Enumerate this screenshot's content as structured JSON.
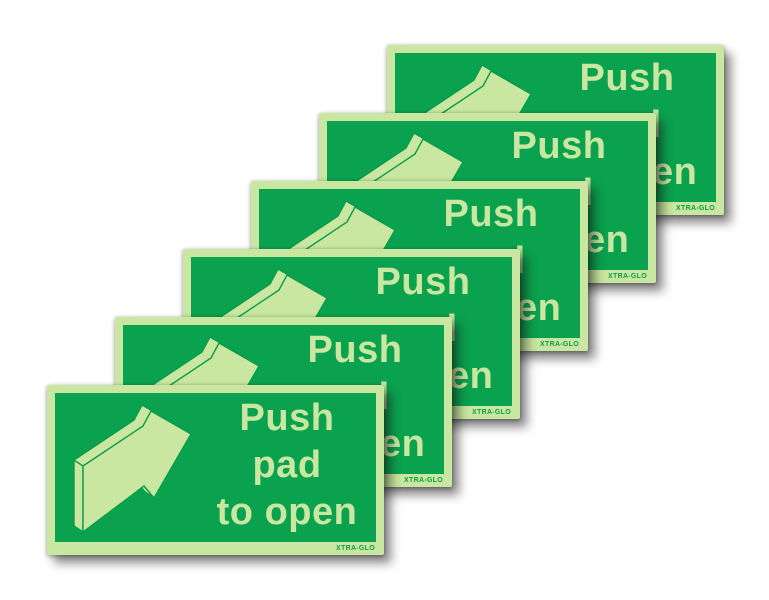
{
  "image": {
    "background": "#ffffff",
    "sign_count": 6
  },
  "sign": {
    "lines": [
      "Push",
      "pad",
      "to open"
    ],
    "brand": "XTRA-GLO",
    "icon": "arrow-up-right-3d-icon",
    "colors": {
      "face_green": "#0aa14f",
      "glow_pale": "#c9e7a0",
      "brand_text": "#0a9c4c"
    }
  }
}
